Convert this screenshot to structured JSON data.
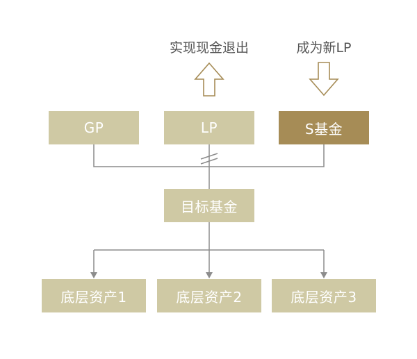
{
  "colors": {
    "box_fill": "#cfc9a4",
    "highlight_fill": "#a68c56",
    "box_text": "#ffffff",
    "connector": "#8c8c8c",
    "arrow_outline": "#a68c56",
    "caption_text": "#555555"
  },
  "captions": {
    "lp_exit": "实现现金退出",
    "s_fund_new_lp": "成为新LP"
  },
  "top_row": {
    "gp": "GP",
    "lp": "LP",
    "s_fund": "S基金"
  },
  "target_fund": "目标基金",
  "assets": [
    "底层资产1",
    "底层资产2",
    "底层资产3"
  ],
  "icons": {
    "lp_arrow": "hollow-up-arrow-icon",
    "s_fund_arrow": "hollow-down-arrow-icon",
    "cut_mark": "double-slash-break-icon"
  }
}
